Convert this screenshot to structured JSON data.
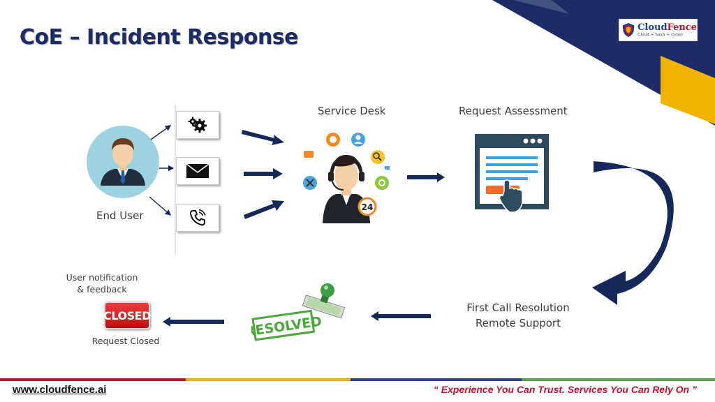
{
  "header": {
    "title": "CoE – Incident Response"
  },
  "logo": {
    "name_part1": "Cloud",
    "name_part2": "Fence",
    "tagline": "Cloud + SaaS + Cyber"
  },
  "diagram": {
    "end_user_label": "End User",
    "service_desk_label": "Service Desk",
    "request_assessment_label": "Request Assessment",
    "first_call_label_line1": "First Call Resolution",
    "first_call_label_line2": "Remote Support",
    "resolved_stamp_text": "RESOLVED",
    "closed_badge_text": "CLOSED",
    "request_closed_label": "Request Closed",
    "user_notification_line1": "User notification",
    "user_notification_line2": "& feedback",
    "support_badge_text": "24"
  },
  "footer": {
    "url": "www.cloudfence.ai",
    "quote": "“ Experience You Can Trust. Services You Can Rely On ”"
  },
  "colors": {
    "navy": "#1d2b66",
    "accent_yellow": "#f0b400",
    "accent_red": "#c8102e",
    "arrow_navy": "#14285a"
  }
}
